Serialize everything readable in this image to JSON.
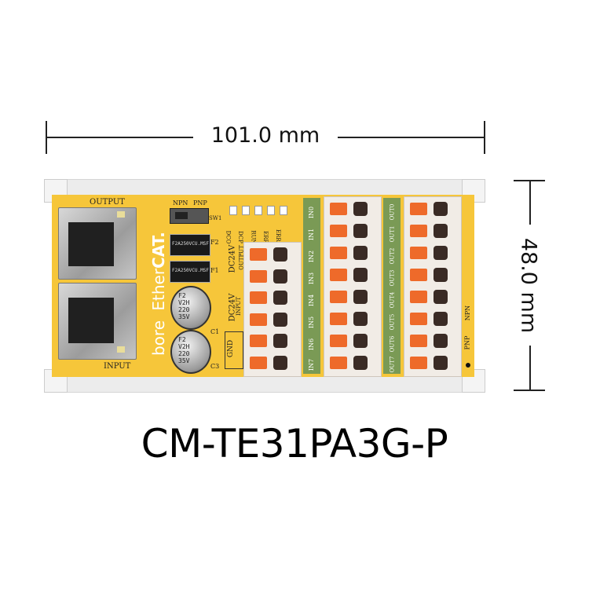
{
  "dimensions": {
    "width_label": "101.0 mm",
    "height_label": "48.0 mm"
  },
  "model_name": "CM-TE31PA3G-P",
  "board": {
    "colors": {
      "pcb": "#f6c63a",
      "rail": "#eeeeee",
      "terminal_body": "#f1ece6",
      "lever": "#ee6a2a",
      "green_strip": "#7a9a55",
      "fuse": "#1a1a1a",
      "capacitor": "#3a3a3a"
    },
    "port_labels": {
      "output": "OUTPUT",
      "input": "INPUT"
    },
    "brand_text": {
      "bore": "bore",
      "ether": "Ether",
      "cat": "CAT."
    },
    "switch": {
      "npn": "NPN",
      "pnp": "PNP",
      "ref": "SW1"
    },
    "fuses": [
      {
        "ref": "F2",
        "marking": "F2A250VCU.MSF"
      },
      {
        "ref": "F1",
        "marking": "F2A250VCU.MSF"
      }
    ],
    "capacitors": [
      {
        "ref": "C1",
        "marking": [
          "F2",
          "V2H",
          "220",
          "35V"
        ]
      },
      {
        "ref": "C3",
        "marking": [
          "F2",
          "V2H",
          "220",
          "35V"
        ]
      }
    ],
    "led_labels": [
      "DCO",
      "DCP",
      "RUN",
      "ERR",
      "ERR0"
    ],
    "power_labels": {
      "out": "DC24V",
      "out_sub": "OUTPUT",
      "in": "DC24V",
      "in_sub": "INPUT",
      "gnd": "GND"
    },
    "inputs": [
      "IN0",
      "IN1",
      "IN2",
      "IN3",
      "IN4",
      "IN5",
      "IN6",
      "IN7"
    ],
    "outputs": [
      "OUT0",
      "OUT1",
      "OUT2",
      "OUT3",
      "OUT4",
      "OUT5",
      "OUT6",
      "OUT7"
    ],
    "mode_labels": {
      "pnp": "PNP",
      "npn": "NPN"
    }
  }
}
